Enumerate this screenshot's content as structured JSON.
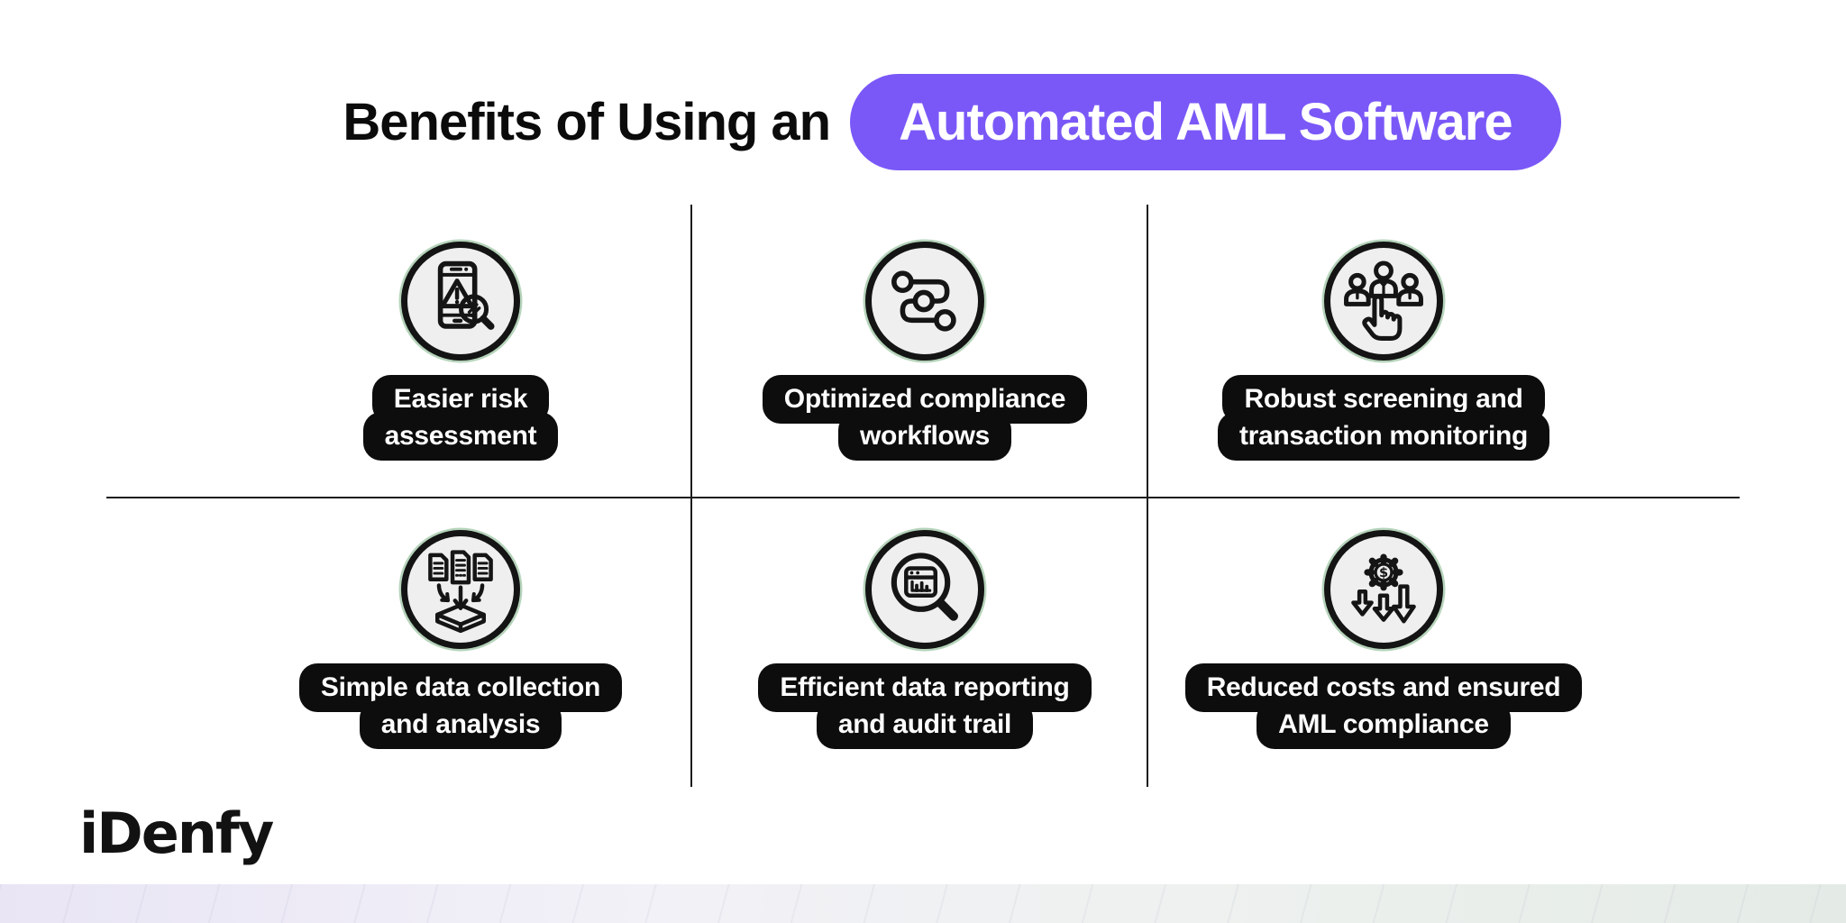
{
  "header": {
    "title": "Benefits of Using an",
    "title_highlight": "Automated AML Software"
  },
  "benefits": [
    {
      "icon": "phone-risk-scan-icon",
      "lines": [
        "Easier risk",
        "assessment"
      ]
    },
    {
      "icon": "workflow-nodes-icon",
      "lines": [
        "Optimized compliance",
        "workflows"
      ]
    },
    {
      "icon": "user-group-select-icon",
      "lines": [
        "Robust screening and",
        "transaction monitoring"
      ]
    },
    {
      "icon": "documents-collection-icon",
      "lines": [
        "Simple data collection",
        "and analysis"
      ]
    },
    {
      "icon": "report-magnifier-icon",
      "lines": [
        "Efficient data reporting",
        "and audit trail"
      ]
    },
    {
      "icon": "cost-reduction-gear-icon",
      "lines": [
        "Reduced costs and ensured",
        "AML compliance"
      ]
    }
  ],
  "brand": {
    "logo": "iDenfy"
  },
  "colors": {
    "accent_purple": "#7A58F7",
    "label_bg": "#0D0D0D",
    "icon_circle_bg": "#EFEFEF",
    "divider": "#1C1C1C",
    "footer_band_left": "#E9E5F5",
    "footer_band_right": "#E4EBE6"
  }
}
